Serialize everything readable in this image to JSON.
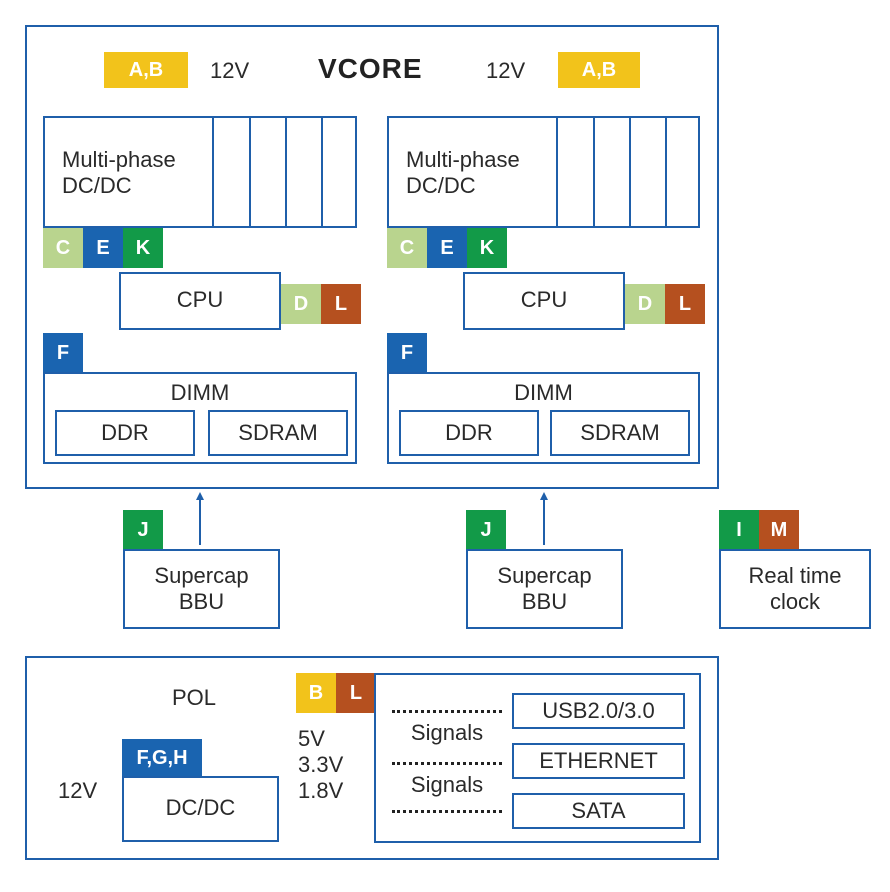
{
  "title": "VCORE",
  "input_voltage": "12V",
  "colors": {
    "stroke": "#1f5faa",
    "yellow": "#f2c31b",
    "light_green": "#b9d48e",
    "blue": "#1a64b0",
    "green": "#129a48",
    "brown": "#b5501f"
  },
  "vcore_block": {
    "tag_ab": "A,B",
    "dcdc_label": "Multi-phase\nDC/DC",
    "tag_c": "C",
    "tag_e": "E",
    "tag_k": "K",
    "cpu_label": "CPU",
    "tag_d": "D",
    "tag_l": "L",
    "tag_f": "F",
    "dimm_label": "DIMM",
    "ddr_label": "DDR",
    "sdram_label": "SDRAM"
  },
  "supercap": {
    "tag_j": "J",
    "label": "Supercap\nBBU"
  },
  "rtc": {
    "tag_i": "I",
    "tag_m": "M",
    "label": "Real time\nclock"
  },
  "pol": {
    "title": "POL",
    "input": "12V",
    "tag_fgh": "F,G,H",
    "dcdc_label": "DC/DC",
    "outputs": "5V\n3.3V\n1.8V",
    "tag_b": "B",
    "tag_l": "L",
    "signals_1": "Signals",
    "signals_2": "Signals",
    "usb_label": "USB2.0/3.0",
    "ethernet_label": "ETHERNET",
    "sata_label": "SATA"
  }
}
